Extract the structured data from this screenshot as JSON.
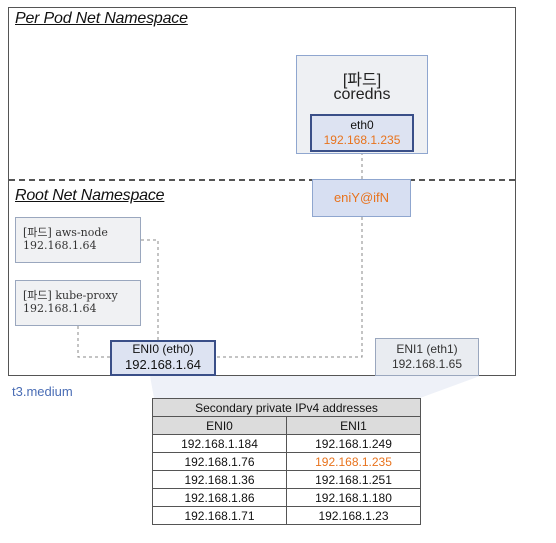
{
  "namespaces": {
    "pod": "Per Pod  Net Namespace",
    "root": "Root Net Namespace"
  },
  "coredns_pod": {
    "title": "[파드]",
    "name": "coredns",
    "iface_label": "eth0",
    "iface_ip": "192.168.1.235"
  },
  "veth": {
    "label": "eniY@ifN"
  },
  "pods": [
    {
      "name": "[파드] aws-node",
      "ip": "192.168.1.64"
    },
    {
      "name": "[파드] kube-proxy",
      "ip": "192.168.1.64"
    }
  ],
  "enis": [
    {
      "label": "ENI0 (eth0)",
      "ip": "192.168.1.64"
    },
    {
      "label": "ENI1 (eth1)",
      "ip": "192.168.1.65"
    }
  ],
  "instance_type": "t3.medium",
  "table": {
    "caption": "Secondary private IPv4 addresses",
    "columns": [
      "ENI0",
      "ENI1"
    ],
    "rows": [
      [
        "192.168.1.184",
        "192.168.1.249"
      ],
      [
        "192.168.1.76",
        "192.168.1.235"
      ],
      [
        "192.168.1.36",
        "192.168.1.251"
      ],
      [
        "192.168.1.86",
        "192.168.1.180"
      ],
      [
        "192.168.1.71",
        "192.168.1.23"
      ]
    ]
  },
  "colors": {
    "highlight_ip": "#e8731d",
    "eni_border": "#3a4f88",
    "instance_label": "#4a6db5"
  }
}
